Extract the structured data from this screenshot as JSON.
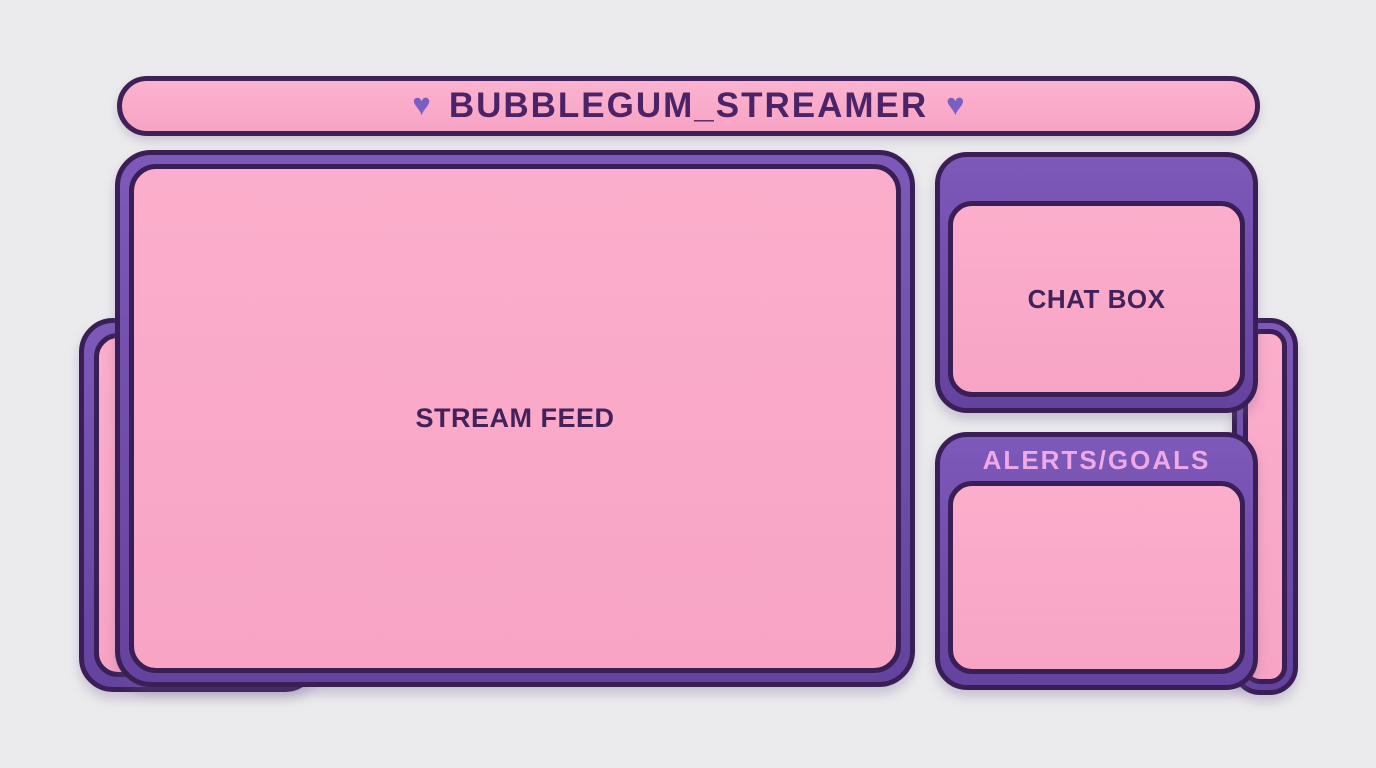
{
  "banner": {
    "heart_left": "♥",
    "title": "BUBBLEGUM_STREAMER",
    "heart_right": "♥"
  },
  "stream_feed": {
    "label": "STREAM FEED"
  },
  "chat_box": {
    "label": "CHAT BOX"
  },
  "alerts_goals": {
    "header": "ALERTS/GOALS"
  },
  "colors": {
    "background": "#ebebed",
    "panel_pink": "#f9a9c8",
    "panel_purple": "#6b4aa8",
    "dark_outline": "#3a1f57",
    "banner_text": "#4b2366",
    "panel_label_text": "#43225c",
    "heart_purple": "#7a5fc2",
    "alerts_header_text": "#efa9e6"
  }
}
